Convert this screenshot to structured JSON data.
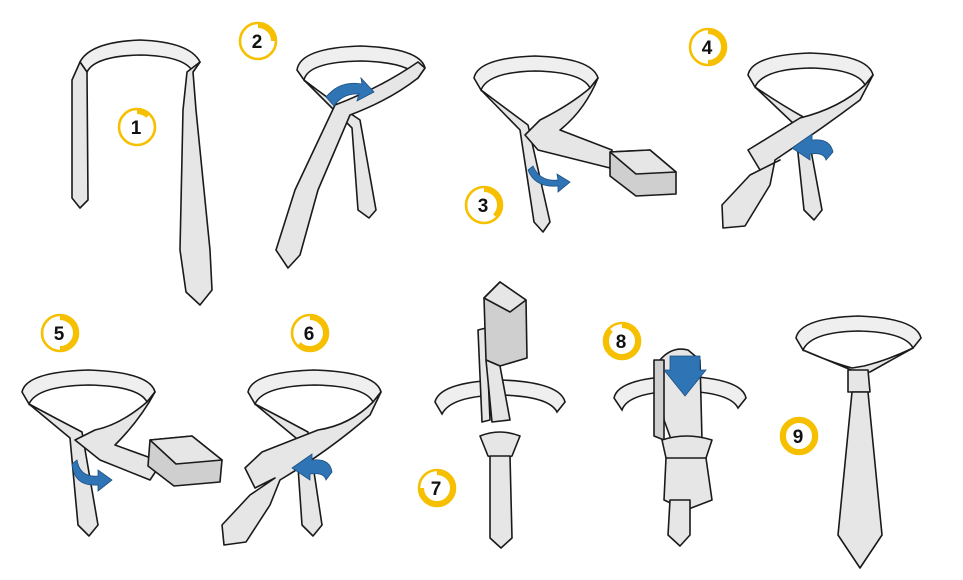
{
  "steps": [
    {
      "label": "1",
      "progress": 0.125
    },
    {
      "label": "2",
      "progress": 0.25
    },
    {
      "label": "3",
      "progress": 0.375
    },
    {
      "label": "4",
      "progress": 0.5
    },
    {
      "label": "5",
      "progress": 0.5
    },
    {
      "label": "6",
      "progress": 0.625
    },
    {
      "label": "7",
      "progress": 0.75
    },
    {
      "label": "8",
      "progress": 0.875
    },
    {
      "label": "9",
      "progress": 1.0
    }
  ],
  "colors": {
    "badge": "#f6c000",
    "arrow": "#2f74b5",
    "tie_fill": "#e6e6e6",
    "outline": "#1a1a1a"
  },
  "icons": [
    "rotation-arrow-icon",
    "progress-badge-icon"
  ]
}
